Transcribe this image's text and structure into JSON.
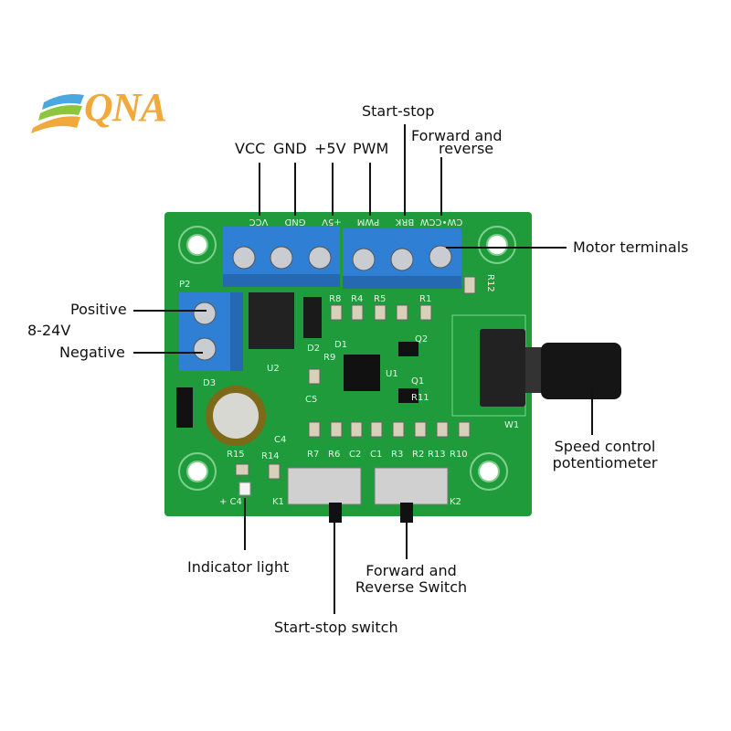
{
  "logo": {
    "text": "QNA",
    "colors": [
      "#4aa8e0",
      "#8cc63f",
      "#f2a93b"
    ]
  },
  "colors": {
    "board": "#1f9b3b",
    "terminal": "#2f80d4",
    "lines": "#111111"
  },
  "labels": {
    "vcc": "VCC",
    "gnd": "GND",
    "plus5v": "+5V",
    "pwm": "PWM",
    "start_stop": "Start-stop",
    "forward_reverse_1": "Forward and",
    "forward_reverse_2": "reverse",
    "motor_terminals": "Motor terminals",
    "positive": "Positive",
    "voltage": "8-24V",
    "negative": "Negative",
    "speed_control_1": "Speed control",
    "speed_control_2": "potentiometer",
    "indicator_light": "Indicator light",
    "fr_switch_1": "Forward and",
    "fr_switch_2": "Reverse Switch",
    "start_stop_switch": "Start-stop switch"
  },
  "silkscreen": {
    "terminals": [
      "VCC",
      "GND",
      "+5V",
      "PWM",
      "BRK",
      "CW•CCW"
    ],
    "parts": [
      "P2",
      "R8",
      "R4",
      "R5",
      "R1",
      "R12",
      "D1",
      "D2",
      "R9",
      "Q2",
      "U2",
      "U1",
      "Q1",
      "R11",
      "C5",
      "D3",
      "C4",
      "R7",
      "R6",
      "C2",
      "C1",
      "R3",
      "R2",
      "R13",
      "R10",
      "R15",
      "R14",
      "K1",
      "K2",
      "W1",
      "+ C4"
    ]
  }
}
